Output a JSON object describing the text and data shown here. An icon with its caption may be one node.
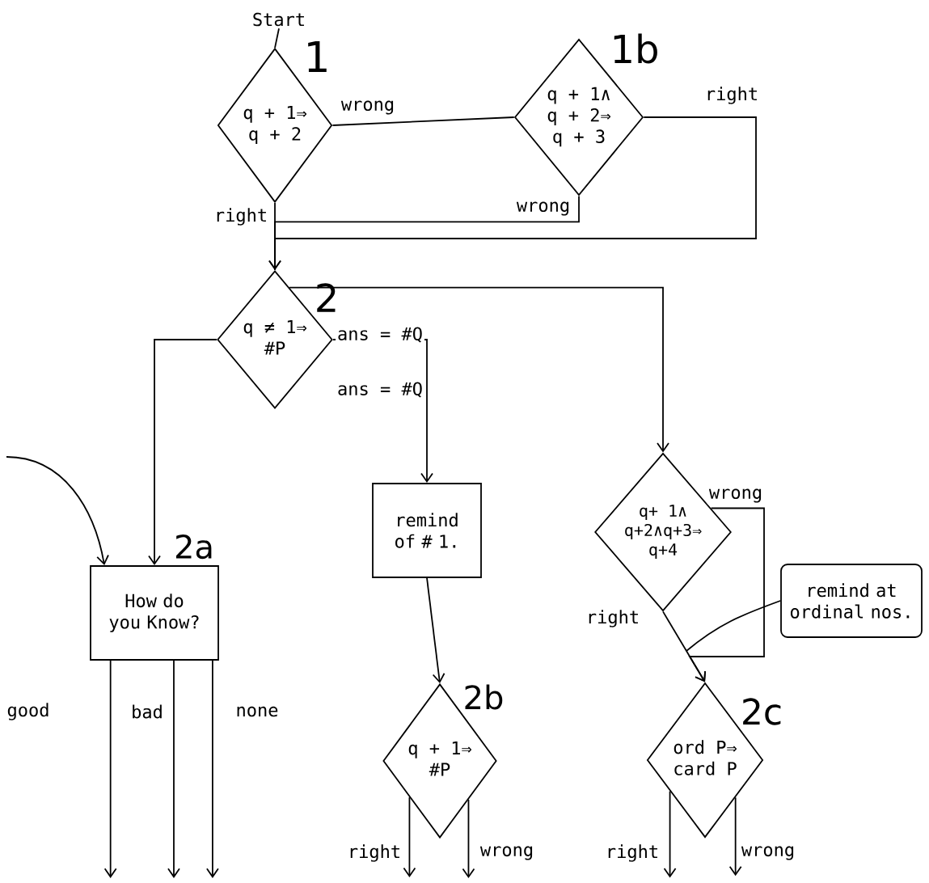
{
  "diagram": {
    "nodes": [
      {
        "text": [
          "Start"
        ]
      },
      {
        "text": [
          "q + 1⇒",
          "q + 2"
        ],
        "beside": [
          "1"
        ]
      },
      {
        "text": [
          "q + 1∧",
          "q + 2⇒",
          "q + 3"
        ],
        "beside": [
          "1b"
        ]
      },
      {
        "text": [
          "q ≠ 1⇒",
          "#P"
        ],
        "beside": [
          "2"
        ]
      },
      {
        "text": [
          "How do you Know?"
        ],
        "beside": [
          "2a"
        ]
      },
      {
        "text": [
          "remind of # 1."
        ]
      },
      {
        "text": [
          "q+ 1∧",
          "q+2∧q+3⇒",
          "q+4"
        ]
      },
      {
        "text": [
          "remind at ordinal nos."
        ]
      },
      {
        "text": [
          "q + 1⇒",
          "#P"
        ],
        "beside": [
          "2b"
        ]
      },
      {
        "text": [
          "ord P⇒",
          "card P"
        ],
        "beside": [
          "2c"
        ]
      }
    ],
    "edges": [
      {
        "from": 0,
        "to": 1,
        "arrow": "none"
      },
      {
        "from": 1,
        "to": 2,
        "arrow": "none",
        "label": "wrong"
      },
      {
        "from": 1,
        "to": 3,
        "arrow": "none",
        "label": "right"
      },
      {
        "from": 2,
        "to": 3,
        "arrow": "to",
        "label": "wrong"
      },
      {
        "from": 2,
        "to": 3,
        "arrow": "to",
        "label": "right"
      },
      {
        "from": 3,
        "to": 4,
        "arrow": "to"
      },
      {
        "from": 3,
        "to": 5,
        "arrow": "to",
        "label": "ans = #Q"
      },
      {
        "from": 3,
        "to": 6,
        "arrow": "to"
      },
      {
        "from": 5,
        "to": 8,
        "arrow": "to"
      },
      {
        "from": 6,
        "to": 9,
        "arrow": "to",
        "label": "right"
      },
      {
        "from": 6,
        "to": 9,
        "arrow": "to",
        "label": "wrong"
      },
      {
        "from": 7,
        "to": null,
        "arrow": "none"
      },
      {
        "from": null,
        "to": 4,
        "arrow": "to"
      },
      {
        "from": 4,
        "to": null,
        "arrow": "to",
        "label": "good"
      },
      {
        "from": 4,
        "to": null,
        "arrow": "to",
        "label": "bad"
      },
      {
        "from": 4,
        "to": null,
        "arrow": "to",
        "label": "none"
      },
      {
        "from": 8,
        "to": null,
        "arrow": "to",
        "label": "right"
      },
      {
        "from": 8,
        "to": null,
        "arrow": "to",
        "label": "wrong"
      },
      {
        "from": 9,
        "to": null,
        "arrow": "to",
        "label": "right"
      },
      {
        "from": 9,
        "to": null,
        "arrow": "to",
        "label": "wrong"
      }
    ],
    "labels": [
      "ans = #Q"
    ]
  }
}
